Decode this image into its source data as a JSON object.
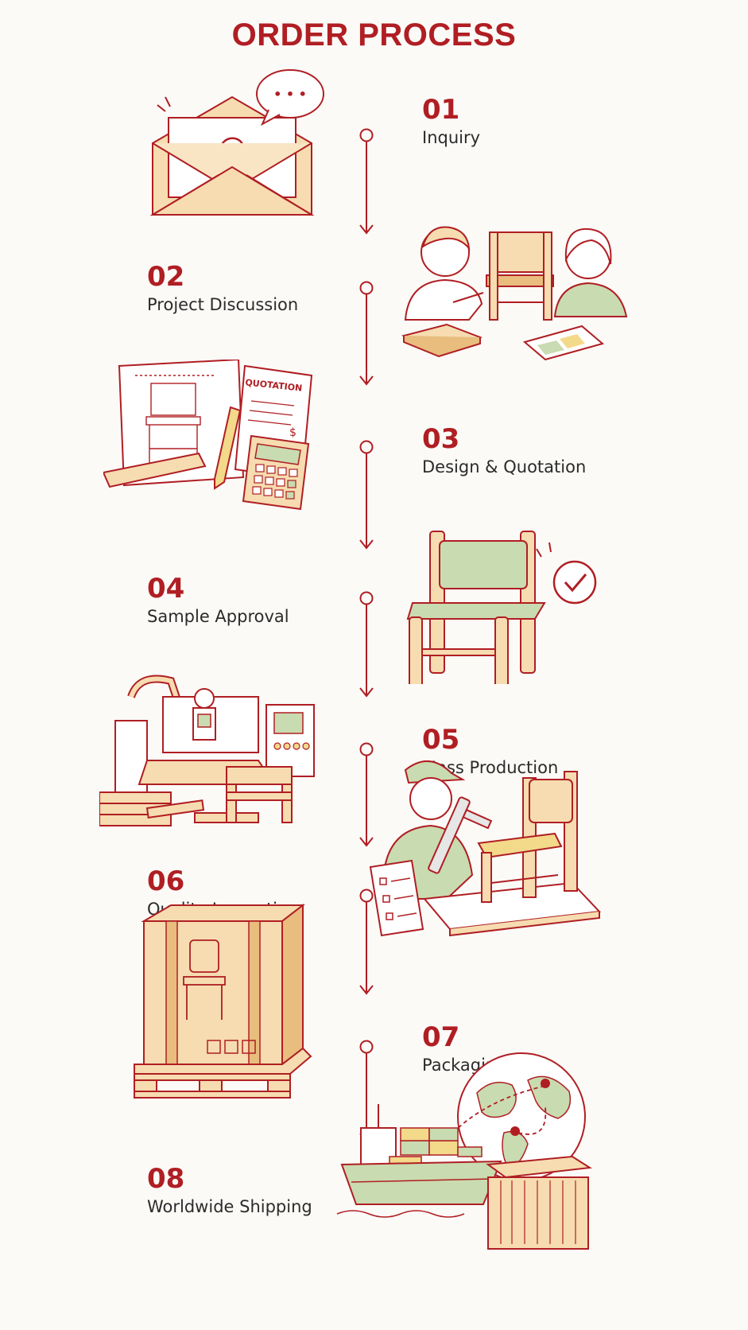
{
  "title": "ORDER PROCESS",
  "colors": {
    "accent": "#b01e23",
    "wood": "#f6dcb0",
    "wood_dark": "#e8bd7e",
    "sage": "#c9dbb0",
    "background": "#fbfaf7"
  },
  "steps": [
    {
      "num": "01",
      "label": "Inquiry",
      "icon": "envelope-email-icon"
    },
    {
      "num": "02",
      "label": "Project Discussion",
      "icon": "people-discussing-chair-icon"
    },
    {
      "num": "03",
      "label": "Design & Quotation",
      "icon": "blueprint-quotation-calculator-icon"
    },
    {
      "num": "04",
      "label": "Sample Approval",
      "icon": "sample-chair-check-icon"
    },
    {
      "num": "05",
      "label": "Mass Production",
      "icon": "cnc-machine-icon"
    },
    {
      "num": "06",
      "label": "Quality Inspection",
      "icon": "inspector-caliper-icon"
    },
    {
      "num": "07",
      "label": "Packaging",
      "icon": "pallet-box-icon"
    },
    {
      "num": "08",
      "label": "Worldwide Shipping",
      "icon": "cargo-ship-globe-icon"
    }
  ],
  "illustration_text": {
    "quotation": "QUOTATION",
    "dollar": "$",
    "email_at": "@",
    "chat_dots": "• • •"
  }
}
